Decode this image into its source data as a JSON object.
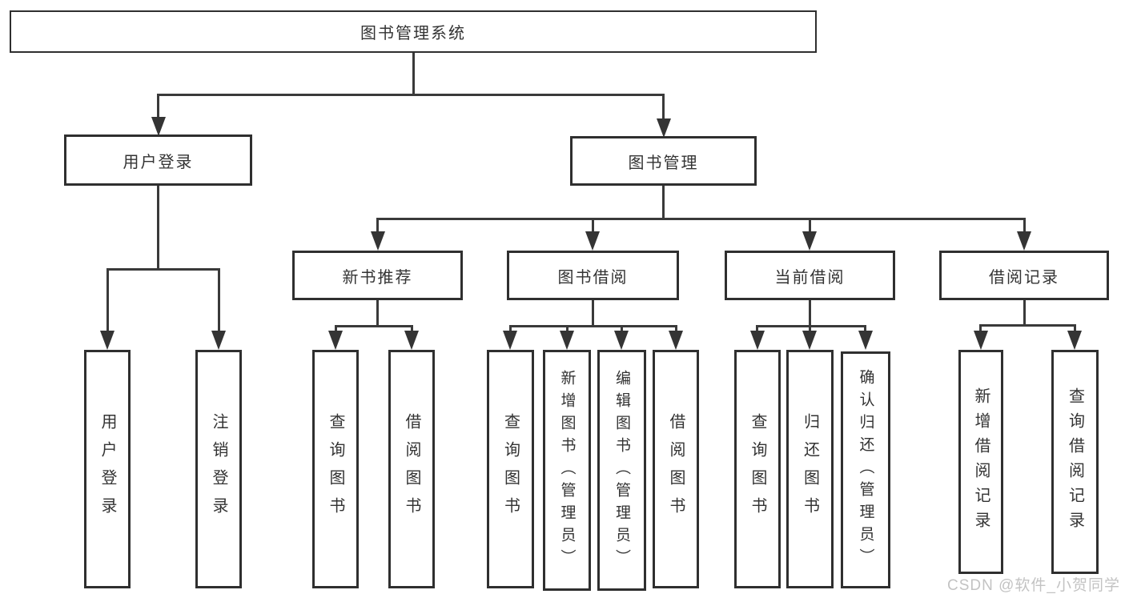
{
  "diagram": {
    "root": {
      "label": "图书管理系统"
    },
    "branches": [
      {
        "label": "用户登录",
        "children": [
          {
            "label": "用户登录"
          },
          {
            "label": "注销登录"
          }
        ]
      },
      {
        "label": "图书管理",
        "children": [
          {
            "label": "新书推荐",
            "children": [
              {
                "label": "查询图书"
              },
              {
                "label": "借阅图书"
              }
            ]
          },
          {
            "label": "图书借阅",
            "children": [
              {
                "label": "查询图书"
              },
              {
                "label": "新增图书（管理员）"
              },
              {
                "label": "编辑图书（管理员）"
              },
              {
                "label": "借阅图书"
              }
            ]
          },
          {
            "label": "当前借阅",
            "children": [
              {
                "label": "查询图书"
              },
              {
                "label": "归还图书"
              },
              {
                "label": "确认归还（管理员）"
              }
            ]
          },
          {
            "label": "借阅记录",
            "children": [
              {
                "label": "新增借阅记录"
              },
              {
                "label": "查询借阅记录"
              }
            ]
          }
        ]
      }
    ]
  },
  "watermark": {
    "text": "CSDN @软件_小贺同学"
  },
  "colors": {
    "background": "#ffffff",
    "line": "#3a3a3a",
    "border": "#2f2f2f",
    "text": "#333333",
    "watermark": "#c3c3c3"
  }
}
